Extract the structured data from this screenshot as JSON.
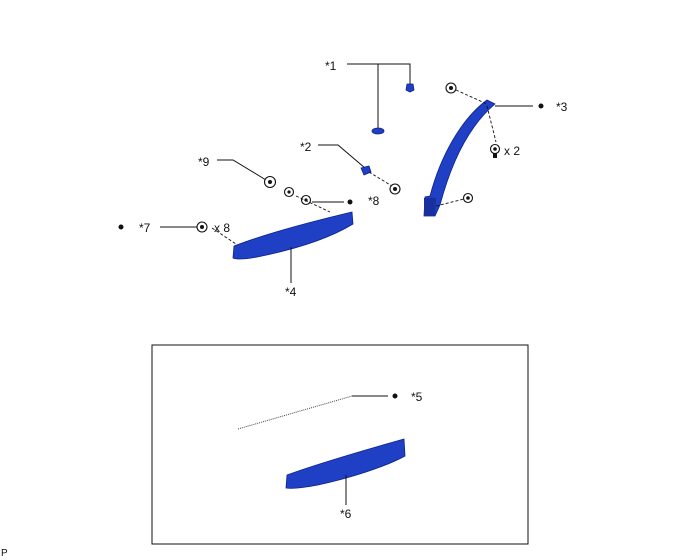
{
  "labels": {
    "c1": "*1",
    "c2": "*2",
    "c3": "*3",
    "c4": "*4",
    "c5": "*5",
    "c6": "*6",
    "c7": "*7",
    "c8": "*8",
    "c9": "*9"
  },
  "quantities": {
    "screws": "x 2",
    "clips": "x 8"
  },
  "corner_mark": "P",
  "colors": {
    "part_fill": "#1f3fc4",
    "line": "#111111"
  }
}
